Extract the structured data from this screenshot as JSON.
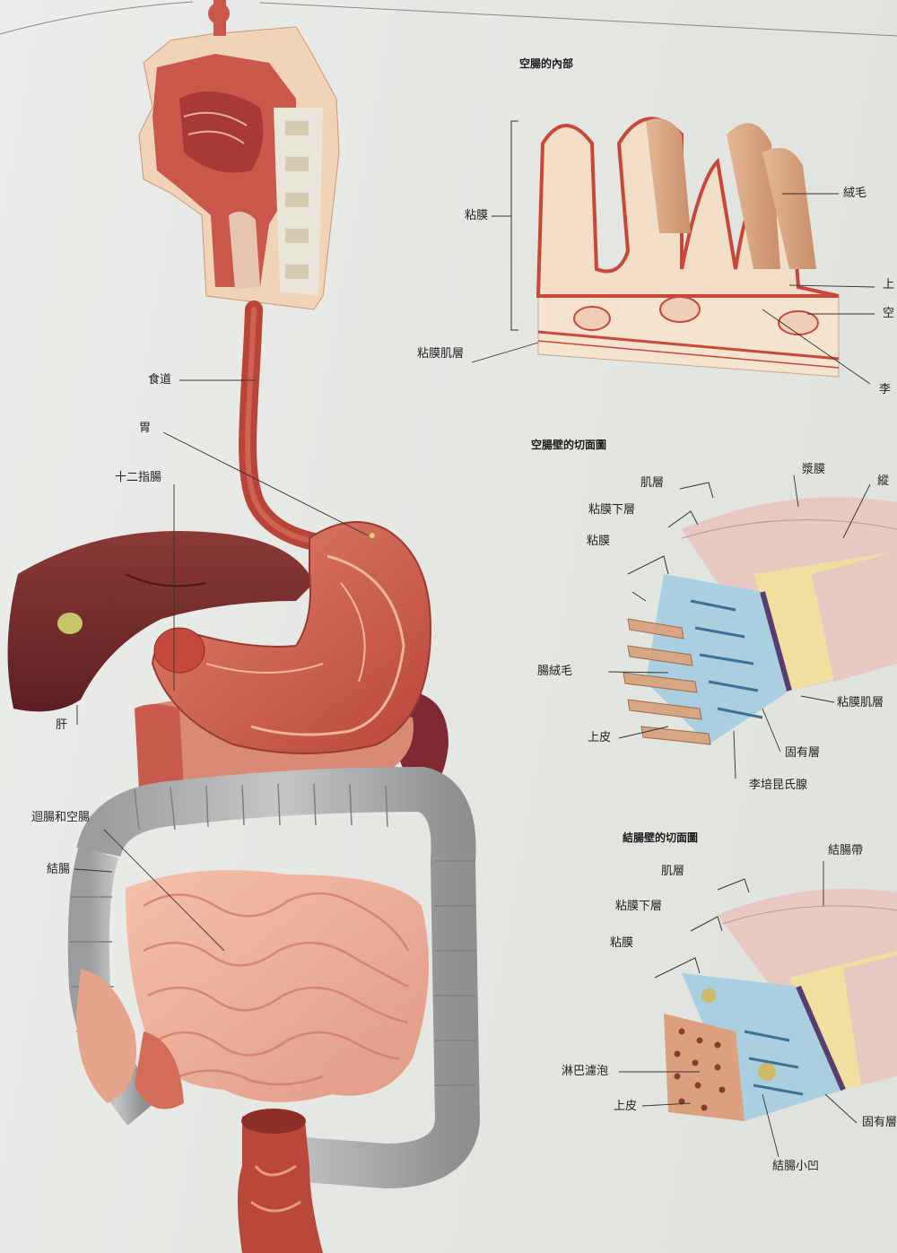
{
  "titles": {
    "jejunum_interior": "空腸的內部",
    "jejunum_wall": "空腸壁的切面圖",
    "colon_wall": "結腸壁的切面圖"
  },
  "labels": {
    "esophagus": "食道",
    "stomach": "胃",
    "duodenum": "十二指腸",
    "liver": "肝",
    "ileum_jejunum": "迴腸和空腸",
    "colon": "結腸",
    "mucosa": "粘膜",
    "muscularis_mucosae": "粘膜肌層",
    "villi": "絨毛",
    "epithelium_cut": "上",
    "jejunum_cut": "空",
    "lieberkuhn_cut": "李",
    "muscle_layer": "肌層",
    "submucosa": "粘膜下層",
    "mucosa_2": "粘膜",
    "serosa": "漿膜",
    "longitudinal_cut": "縱",
    "intestinal_villi": "腸絨毛",
    "epithelium": "上皮",
    "muscularis_mucosae_2": "粘膜肌層",
    "lamina_propria": "固有層",
    "lieberkuhn_glands": "李培昆氏腺",
    "colon_muscle_layer": "肌層",
    "colon_band": "結腸帶",
    "colon_submucosa": "粘膜下層",
    "colon_mucosa": "粘膜",
    "lymph_follicle": "淋巴濾泡",
    "colon_epithelium": "上皮",
    "colon_lamina_propria": "固有層",
    "colon_crypts": "結腸小凹"
  }
}
